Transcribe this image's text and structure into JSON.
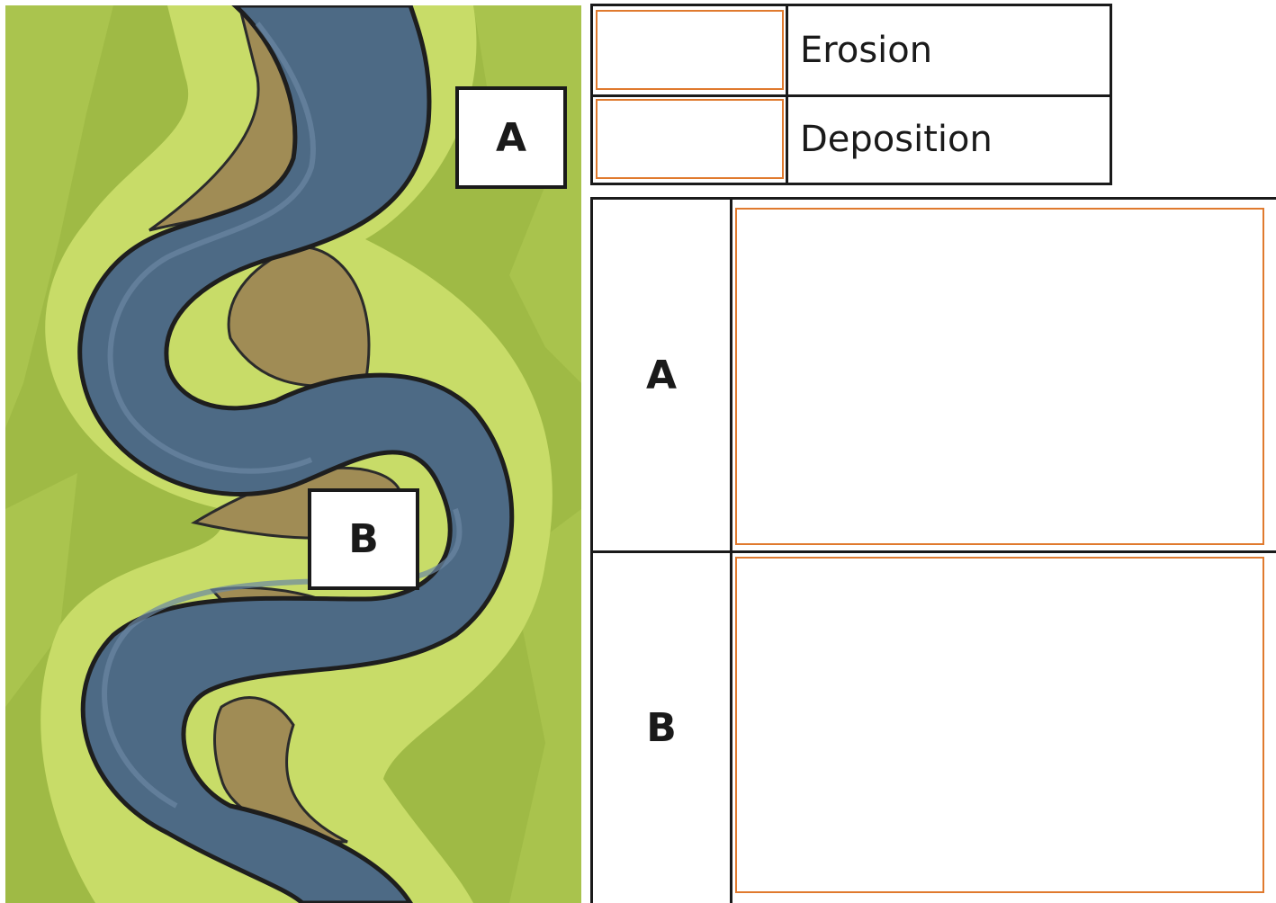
{
  "map": {
    "label_a": "A",
    "label_b": "B",
    "colors": {
      "land": "#a9c24a",
      "floodplain": "#c9dc6a",
      "river": "#4d6a85",
      "bank": "#a08c55"
    }
  },
  "key": {
    "erosion_label": "Erosion",
    "deposition_label": "Deposition",
    "swatch_border_color": "#e07a2e"
  },
  "answers": {
    "row_a_label": "A",
    "row_b_label": "B",
    "box_border_color": "#e07a2e"
  }
}
